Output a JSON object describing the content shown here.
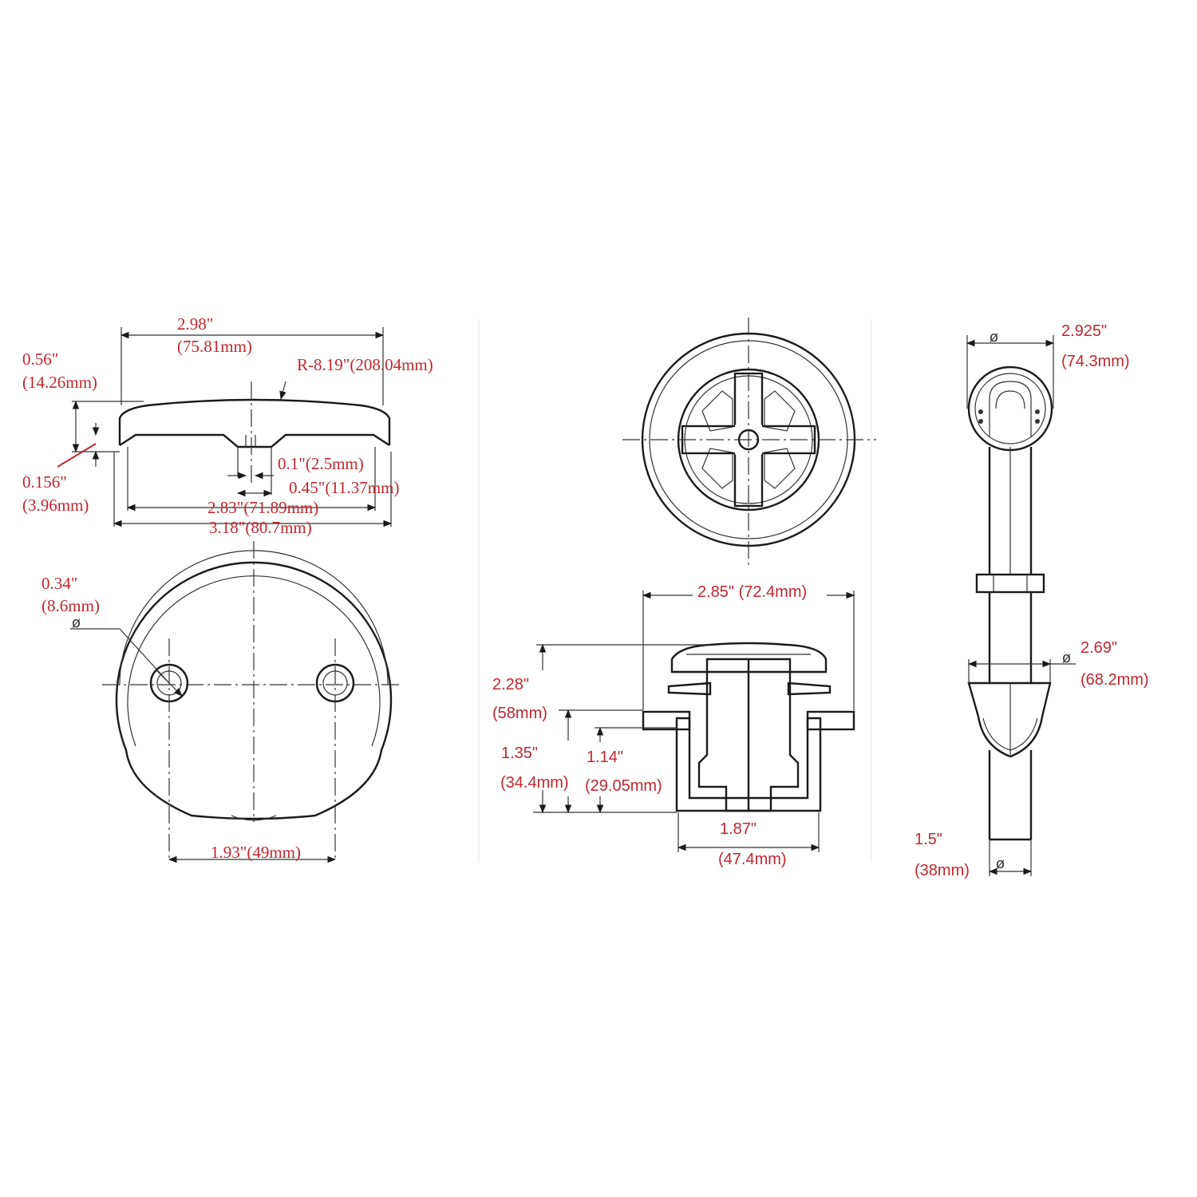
{
  "colors": {
    "dimension_text": "#c0272d",
    "linework": "#1a1a1a",
    "background": "#ffffff"
  },
  "symbols": {
    "diameter": "ø"
  },
  "cover_plate": {
    "top_width_in": "2.98\"",
    "top_width_mm": "(75.81mm)",
    "height_in": "0.56\"",
    "height_mm": "(14.26mm)",
    "radius": "R-8.19\"(208.04mm)",
    "rim_in": "0.156\"",
    "rim_mm": "(3.96mm)",
    "slot": "0.1\"(2.5mm)",
    "notch": "0.45\"(11.37mm)",
    "inner_width": "2.83\"(71.89mm)",
    "outer_width": "3.18\"(80.7mm)",
    "hole_dia_in": "0.34\"",
    "hole_dia_mm": "(8.6mm)",
    "hole_spacing": "1.93\"(49mm)"
  },
  "stopper": {
    "cap_width": "2.85\" (72.4mm)",
    "total_height_in": "2.28\"",
    "total_height_mm": "(58mm)",
    "body_height_in": "1.35\"",
    "body_height_mm": "(34.4mm)",
    "thread_height_in": "1.14\"",
    "thread_height_mm": "(29.05mm)",
    "body_dia_in": "1.87\"",
    "body_dia_mm": "(47.4mm)"
  },
  "drain_pipe": {
    "flange_dia_in": "2.925\"",
    "flange_dia_mm": "(74.3mm)",
    "tee_dia_in": "2.69\"",
    "tee_dia_mm": "(68.2mm)",
    "pipe_dia_in": "1.5\"",
    "pipe_dia_mm": "(38mm)"
  }
}
